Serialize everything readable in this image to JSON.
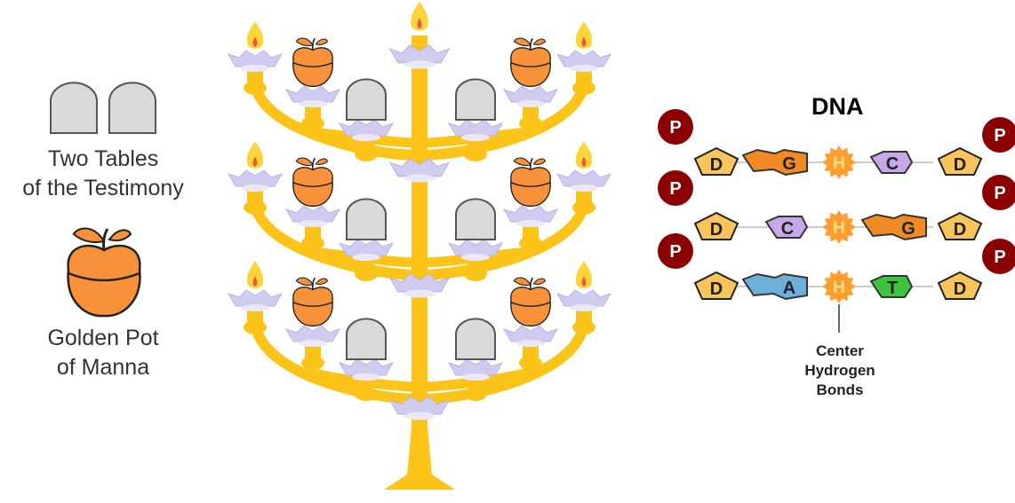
{
  "legend": {
    "tablets_line1": "Two Tables",
    "tablets_line2": "of the Testimony",
    "manna_line1": "Golden Pot",
    "manna_line2": "of Manna"
  },
  "dna": {
    "title": "DNA",
    "bonds_line1": "Center",
    "bonds_line2": "Hydrogen",
    "bonds_line3": "Bonds",
    "phosphate_label": "P",
    "sugar_label": "D",
    "hydrogen_label": "H",
    "rows": [
      {
        "left_base": "G",
        "right_base": "C"
      },
      {
        "left_base": "C",
        "right_base": "G"
      },
      {
        "left_base": "A",
        "right_base": "T"
      }
    ]
  },
  "colors": {
    "gold": "#fcc419",
    "flame": "#ffd43b",
    "cup": "#d0ccf0",
    "apple": "#f7923a",
    "tablet": "#d9d9d9",
    "phosphate": "#8b0000",
    "sugar": "#f8c45c",
    "base_G": "#f08a24",
    "base_C": "#c9a8e8",
    "base_A": "#6ab0d8",
    "base_T": "#3cc43c",
    "hydrogen": "#ff9d2e"
  }
}
